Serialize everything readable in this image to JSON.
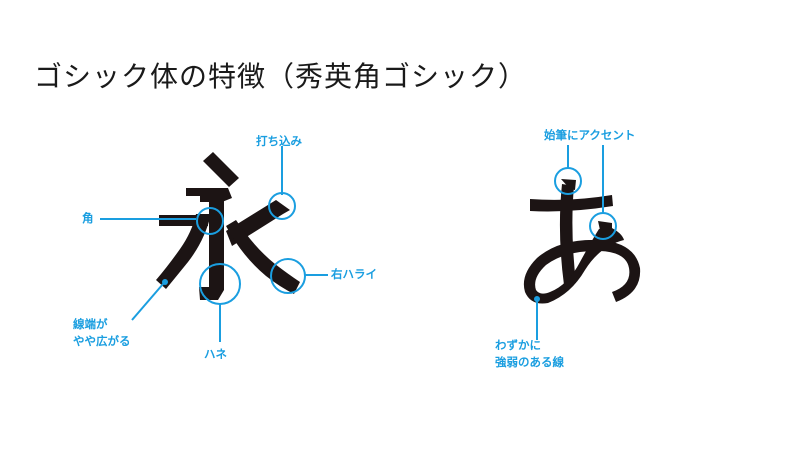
{
  "title": "ゴシック体の特徴（秀英角ゴシック）",
  "colors": {
    "accent": "#1a9ee0",
    "glyph": "#1c1414",
    "title": "#1a1a1a"
  },
  "left_diagram": {
    "glyph": "永",
    "labels": {
      "uchikomi": "打ち込み",
      "kado": "角",
      "migi_harai": "右ハライ",
      "sentan_line1": "線端が",
      "sentan_line2": "やや広がる",
      "hane": "ハネ"
    }
  },
  "right_diagram": {
    "glyph": "あ",
    "labels": {
      "shihitsu": "始筆にアクセント",
      "kyojaku_line1": "わずかに",
      "kyojaku_line2": "強弱のある線"
    }
  }
}
